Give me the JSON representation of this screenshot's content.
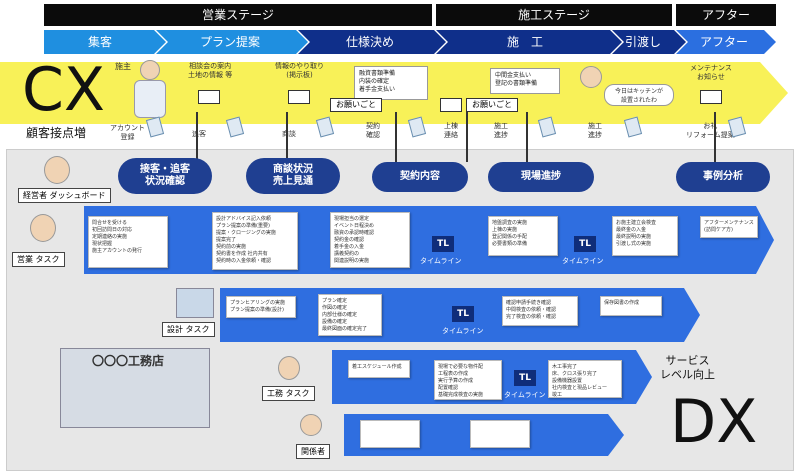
{
  "stages": {
    "sales": "営業ステージ",
    "construction": "施工ステージ",
    "after": "アフター"
  },
  "phases": [
    "集客",
    "プラン提案",
    "仕様決め",
    "施　工",
    "引渡し",
    "アフター"
  ],
  "cx": {
    "title": "CX",
    "subtitle": "顧客接点増",
    "owner": "施主",
    "notes": [
      "相談会の案内\n土地の情報 等",
      "情報のやり取り\n(掲示板)",
      "メンテナンス\nお知らせ"
    ],
    "checklist1": [
      "融資書類準備",
      "内装の確定",
      "着手金支払い"
    ],
    "checklist2": [
      "中間金支払い",
      "登記の書類準備"
    ],
    "onegai": "お願いごと",
    "speech": "今日はキッチンが\n設置されたわ",
    "touch_labels": [
      "アカウント\n登録",
      "追客",
      "商談",
      "契約\n確認",
      "上棟\n連絡",
      "施工\n進捗",
      "施工\n進捗",
      "お礼\nリフォーム提案"
    ]
  },
  "ovals": [
    "接客・追客\n状況確認",
    "商談状況\n売上見通",
    "契約内容",
    "現場進捗",
    "事例分析"
  ],
  "lanes": {
    "dashboard": "経営者 ダッシュボード",
    "sales": "営業 タスク",
    "design": "設計 タスク",
    "construction": "工務 タスク",
    "related": "関係者"
  },
  "timeline": "タイムライン",
  "company": "〇〇〇工務店",
  "dx": {
    "title": "DX",
    "subtitle": "サービス\nレベル向上"
  },
  "sales_cards": [
    [
      "問合せを受ける",
      "初回訪問日の対応",
      "定期連絡の実施",
      "現状把握",
      "施主アカウントの発行"
    ],
    [
      "設計アドバイス記入依頼",
      "プラン提案の準備(重要)",
      "提案・クロージングの実施",
      "提案完了",
      "契約前の実施",
      "契約書を作成 社内共有",
      "契約時の入金依頼・確認"
    ],
    [
      "現場担当の選定",
      "イベント日程決め",
      "融資の承認時確認",
      "契約金の確認",
      "着手金の入金",
      "講義契約の",
      "関連説明の実施"
    ],
    [
      "地盤調査の実施",
      "上棟の実施",
      "登記関係の手配",
      "必要書類の準備"
    ],
    [
      "お施主建立会検査",
      "最終金の入金",
      "最終説明の実施",
      "引渡し式の実施"
    ],
    [
      "アフターメンテナンス(訪問ケア方)"
    ]
  ],
  "design_cards": [
    [
      "プランヒアリングの実施",
      "プラン提案の準備(設計)"
    ],
    [
      "プラン確定",
      "作図の確定",
      "内部仕様の確定",
      "設備の確定",
      "最終図面の確定完了"
    ],
    [
      "確認申請手続き確認",
      "中間検査の依頼・確認",
      "完了検査の依頼・確認"
    ],
    [
      "保存図書の作成"
    ]
  ],
  "construction_cards": [
    [
      "着工スケジュール作成"
    ],
    [
      "現場で必要な物件配",
      "工程表の作成",
      "実行予算の作成",
      "配置確認",
      "基礎完成検査の実施"
    ],
    [
      "木工事完了",
      "床、クロス張り完了",
      "設備機器設置",
      "社内検査と現品レビュー",
      "竣工"
    ]
  ]
}
